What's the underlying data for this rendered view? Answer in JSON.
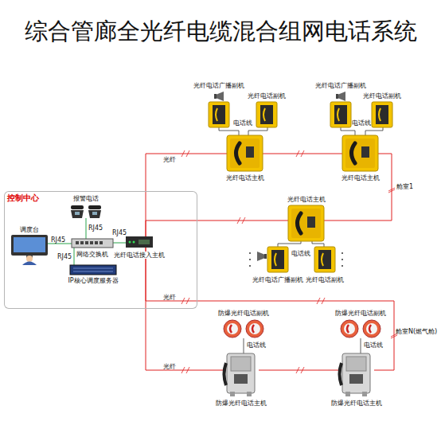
{
  "diagram": {
    "title": "综合管廊全光纤电缆混合组网电话系统",
    "nodes": [
      {
        "text": [
          "控制中心"
        ]
      },
      {
        "text": [
          "报警电话"
        ],
        "in": 0
      },
      {
        "text": [
          "调度台"
        ],
        "in": 0
      },
      {
        "text": [
          "网络交换机"
        ],
        "in": 0
      },
      {
        "text": [
          "光纤电话接入主机"
        ],
        "in": 0
      },
      {
        "text": [
          "IP核心调度服务器"
        ],
        "in": 0
      },
      {
        "text": [
          "光纤电话广播副机"
        ]
      },
      {
        "text": [
          "光纤电话副机"
        ]
      },
      {
        "text": [
          "光纤电话主机"
        ]
      },
      {
        "text": [
          "光纤电话广播副机"
        ]
      },
      {
        "text": [
          "光纤电话副机"
        ]
      },
      {
        "text": [
          "光纤电话主机"
        ]
      },
      {
        "text": [
          "光纤电话主机"
        ]
      },
      {
        "text": [
          "光纤电话广播副机"
        ]
      },
      {
        "text": [
          "光纤电话副机"
        ]
      },
      {
        "text": [
          "防爆光纤电话副机"
        ]
      },
      {
        "text": [
          "防爆光纤电话主机"
        ]
      },
      {
        "text": [
          "防爆光纤电话副机"
        ]
      },
      {
        "text": [
          "防爆光纤电话主机"
        ]
      }
    ],
    "edges": [
      {
        "from": 1,
        "to": 3,
        "label": "RJ45",
        "arrow": "none"
      },
      {
        "from": 2,
        "to": 3,
        "label": "RJ45",
        "arrow": "none"
      },
      {
        "from": 5,
        "to": 3,
        "label": "RJ45",
        "arrow": "none"
      },
      {
        "from": 3,
        "to": 4,
        "label": "RJ45",
        "arrow": "none"
      },
      {
        "from": 4,
        "to": 8,
        "label": "光纤",
        "arrow": "none"
      },
      {
        "from": 8,
        "to": 11,
        "arrow": "none"
      },
      {
        "from": 11,
        "to": 12,
        "arrow": "none"
      },
      {
        "from": 12,
        "to": 4,
        "arrow": "none"
      },
      {
        "from": 4,
        "to": 16,
        "label": "光纤",
        "arrow": "none"
      },
      {
        "from": 16,
        "to": 18,
        "arrow": "none"
      },
      {
        "from": 18,
        "to": 4,
        "label": "光纤",
        "arrow": "none"
      },
      {
        "from": 6,
        "to": 8,
        "label": "电话线",
        "arrow": "none"
      },
      {
        "from": 7,
        "to": 8,
        "arrow": "none"
      },
      {
        "from": 9,
        "to": 11,
        "label": "电话线",
        "arrow": "none"
      },
      {
        "from": 10,
        "to": 11,
        "arrow": "none"
      },
      {
        "from": 13,
        "to": 12,
        "label": "电话线",
        "arrow": "none"
      },
      {
        "from": 14,
        "to": 12,
        "arrow": "none"
      },
      {
        "from": 15,
        "to": 16,
        "label": "电话线",
        "arrow": "none"
      },
      {
        "from": 17,
        "to": 18,
        "label": "电话线",
        "arrow": "none"
      }
    ],
    "labels": [
      "舱室1",
      "舱室N(燃气舱)"
    ]
  }
}
